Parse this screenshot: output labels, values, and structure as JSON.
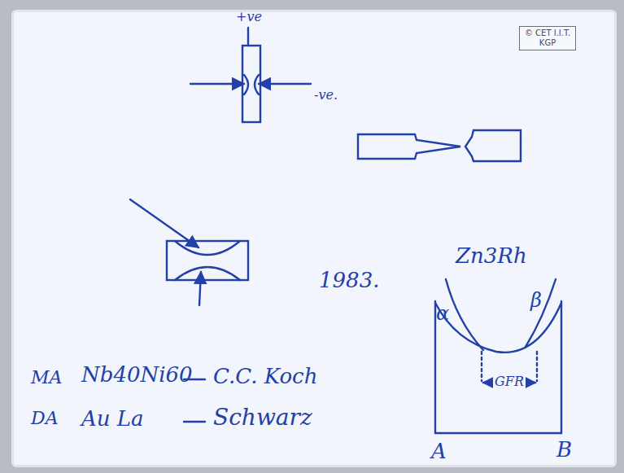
{
  "diagram": {
    "nodes": [
      {
        "text": [
          "© CET I.I.T. KGP"
        ]
      }
    ],
    "labels": [
      "+ve",
      "-ve.",
      "1983.",
      "Zn3Rh",
      "α",
      "β",
      "GFR",
      "A",
      "B",
      "MA",
      "Nb40Ni60",
      "C.C. Koch",
      "DA",
      "Au La",
      "Schwarz"
    ]
  }
}
